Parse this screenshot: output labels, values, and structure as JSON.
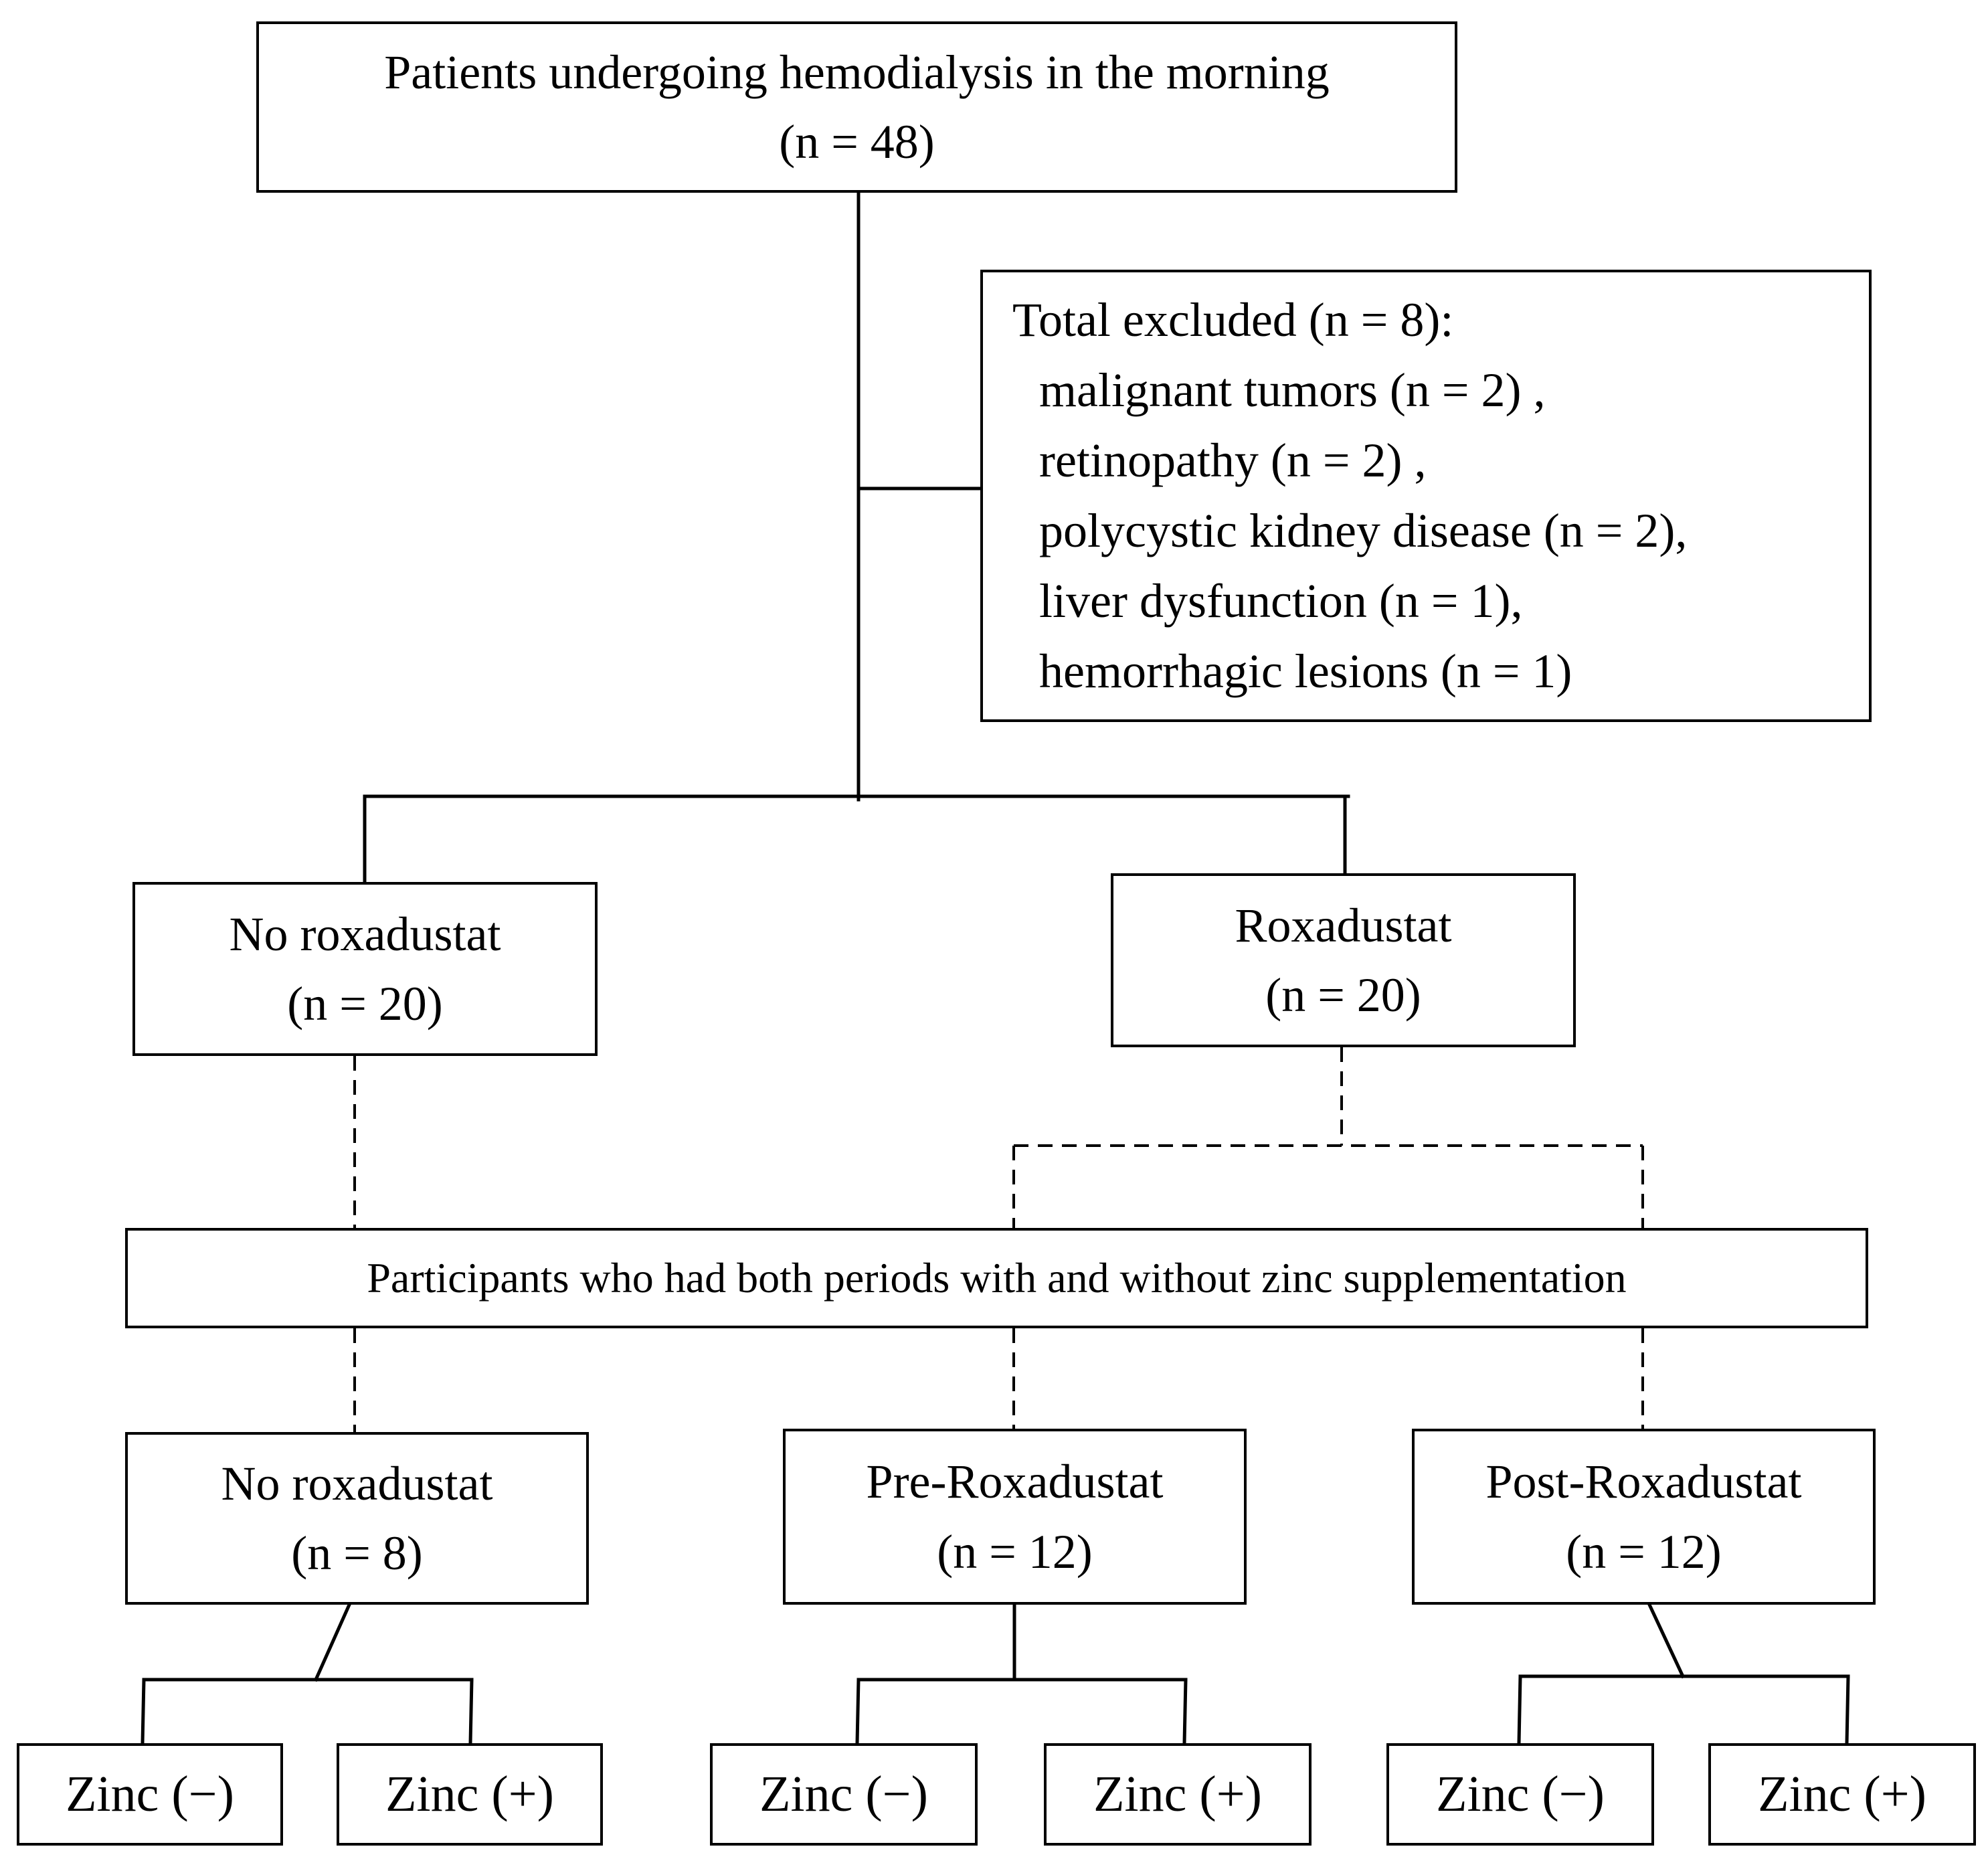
{
  "flowchart": {
    "start": {
      "line1": "Patients undergoing hemodialysis in the morning",
      "line2": "(n = 48)"
    },
    "excluded": {
      "title": "Total excluded (n = 8):",
      "items": [
        "malignant tumors (n = 2) ,",
        "retinopathy (n = 2) ,",
        "polycystic kidney disease (n = 2),",
        "liver dysfunction (n = 1),",
        "hemorrhagic lesions (n = 1)"
      ]
    },
    "groups": {
      "no_roxadustat": {
        "label": "No roxadustat",
        "count": "(n = 20)"
      },
      "roxadustat": {
        "label": "Roxadustat",
        "count": "(n = 20)"
      }
    },
    "participants": "Participants who had both periods with and without zinc supplementation",
    "subgroups": {
      "no_roxadustat": {
        "label": "No roxadustat",
        "count": "(n = 8)"
      },
      "pre_roxadustat": {
        "label": "Pre-Roxadustat",
        "count": "(n = 12)"
      },
      "post_roxadustat": {
        "label": "Post-Roxadustat",
        "count": "(n = 12)"
      }
    },
    "zinc": {
      "minus": "Zinc (−)",
      "plus": "Zinc (+)"
    }
  }
}
